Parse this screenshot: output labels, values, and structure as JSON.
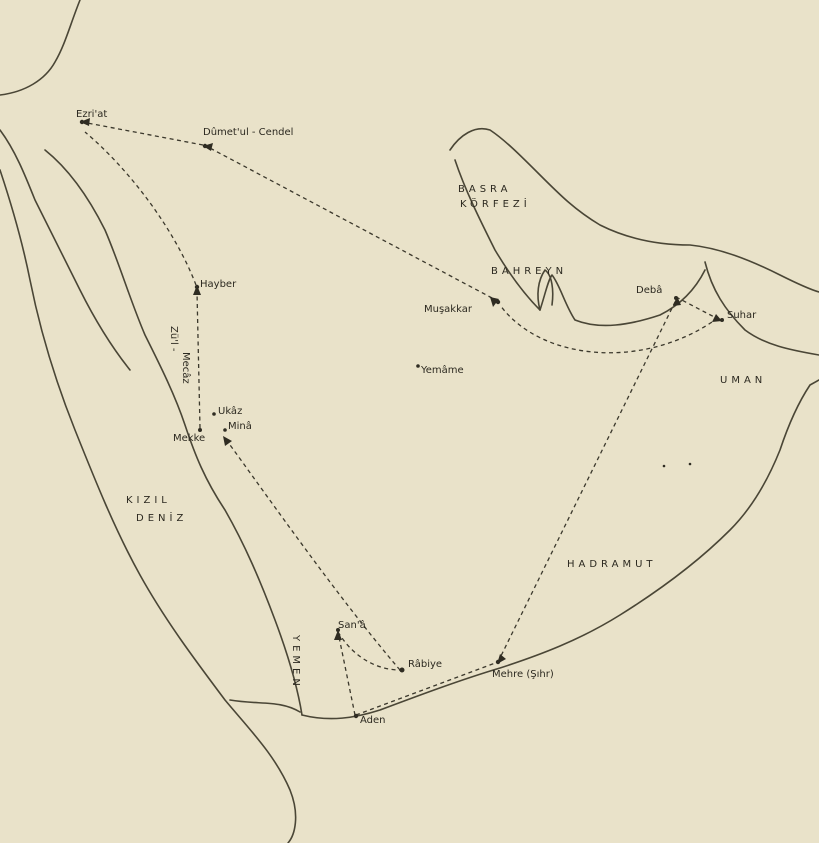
{
  "map": {
    "places": {
      "ezriat": "Ezri'at",
      "dumet": "Dûmet'ul - Cendel",
      "hayber": "Hayber",
      "ukaz": "Ukâz",
      "mina": "Minâ",
      "mekke": "Mekke",
      "musakkar": "Muşakkar",
      "yemame": "Yemâme",
      "deba": "Debâ",
      "suhar": "Suhar",
      "sana": "San'â",
      "rabiye": "Râbiye",
      "mehre": "Mehre (Şıhr)",
      "aden": "Aden"
    },
    "regions": {
      "basra_1": "BASRA",
      "basra_2": "KÖRFEZİ",
      "bahreyn": "BAHREYN",
      "uman": "UMAN",
      "hadramut": "HADRAMUT",
      "kizil": "KIZIL",
      "deniz": "DENİZ",
      "yemen": "YEMEN",
      "zul_1": "Zü'l -",
      "zul_2": "Mecâz"
    },
    "colors": {
      "paper": "#e9e2c9",
      "ink": "#2f2c22"
    }
  }
}
